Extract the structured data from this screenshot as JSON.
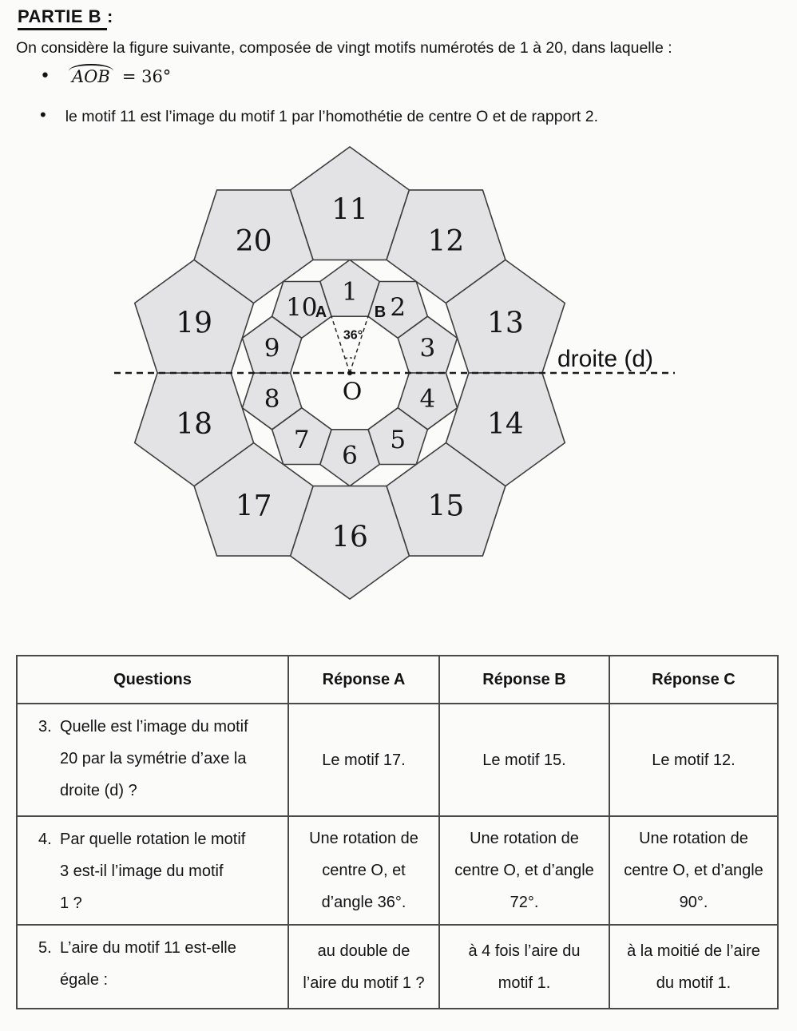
{
  "page": {
    "title": "PARTIE B",
    "title_colon": ":",
    "intro": "On considère la figure suivante, composée de vingt motifs numérotés de 1 à 20, dans laquelle :",
    "bullet_angle_math": "AOB",
    "bullet_angle_value": "= 36°",
    "bullet_homothety": "le motif 11 est l’image du motif 1 par l’homothétie de centre O et de rapport 2."
  },
  "figure": {
    "inner_labels": [
      "1",
      "2",
      "3",
      "4",
      "5",
      "6",
      "7",
      "8",
      "9",
      "10"
    ],
    "outer_labels": [
      "11",
      "12",
      "13",
      "14",
      "15",
      "16",
      "17",
      "18",
      "19",
      "20"
    ],
    "center_label": "O",
    "point_a_label": "A",
    "point_b_label": "B",
    "angle_label": "36°",
    "axis_label": "droite (d)",
    "motif_fill": "#e3e3e6",
    "motif_stroke": "#3d3d3d"
  },
  "table": {
    "headers": [
      "Questions",
      "Réponse A",
      "Réponse B",
      "Réponse C"
    ],
    "rows": [
      {
        "num": "3.",
        "question": "Quelle est l’image du motif\n20 par la symétrie d’axe la\ndroite (d) ?",
        "a": "Le motif 17.",
        "b": "Le motif 15.",
        "c": "Le motif 12."
      },
      {
        "num": "4.",
        "question": "Par quelle rotation le motif\n3 est-il l’image du motif\n1 ?",
        "a": "Une rotation de\ncentre O, et\nd’angle 36°.",
        "b": "Une rotation de\ncentre O, et d’angle\n72°.",
        "c": "Une rotation de\ncentre O, et d’angle\n90°."
      },
      {
        "num": "5.",
        "question": "L’aire du motif 11 est-elle\négale :",
        "a": "au double de\nl’aire du motif 1 ?",
        "b": "à 4 fois l’aire du\nmotif 1.",
        "c": "à la moitié de l’aire\ndu motif 1."
      }
    ]
  }
}
